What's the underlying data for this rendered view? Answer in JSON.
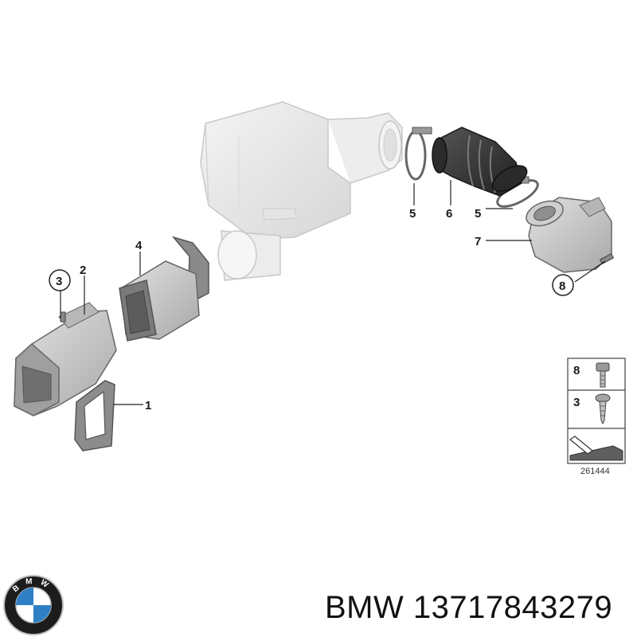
{
  "diagram_id": "261444",
  "brand_name": "BMW",
  "part_number": "13717843279",
  "callouts": [
    "1",
    "2",
    "3",
    "4",
    "5",
    "6",
    "5",
    "7",
    "8"
  ],
  "legend": [
    "8",
    "3"
  ],
  "logo_lettering": "BMW",
  "colors": {
    "part_fill": "#d4d4d4",
    "part_light": "#ececec",
    "part_dark": "#9a9a9a",
    "outline": "#777777",
    "hose": "#3a3a3a",
    "text": "#111111",
    "logo_blue": "#2f7fc4"
  }
}
